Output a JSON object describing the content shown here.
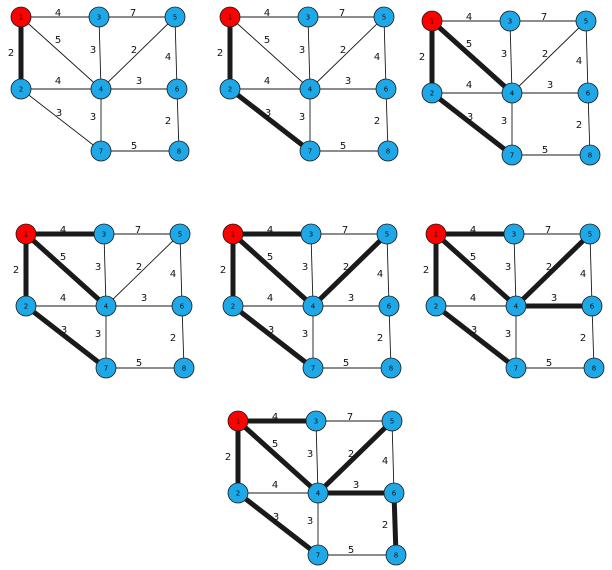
{
  "colors": {
    "background": "#ffffff",
    "node_fill": "#1fa8e8",
    "start_node_fill": "#ff0000",
    "node_stroke": "#1a1a1a",
    "edge": "#1a1a1a"
  },
  "graph": {
    "start_node": "1",
    "nodes": [
      {
        "id": "1",
        "label": "1"
      },
      {
        "id": "3",
        "label": "3"
      },
      {
        "id": "5",
        "label": "5"
      },
      {
        "id": "2",
        "label": "2"
      },
      {
        "id": "4",
        "label": "4"
      },
      {
        "id": "6",
        "label": "6"
      },
      {
        "id": "7",
        "label": "7"
      },
      {
        "id": "8",
        "label": "8"
      }
    ],
    "edges": [
      {
        "from": "1",
        "to": "3",
        "weight": "4"
      },
      {
        "from": "3",
        "to": "5",
        "weight": "7"
      },
      {
        "from": "1",
        "to": "2",
        "weight": "2"
      },
      {
        "from": "1",
        "to": "4",
        "weight": "5"
      },
      {
        "from": "3",
        "to": "4",
        "weight": "3"
      },
      {
        "from": "5",
        "to": "4",
        "weight": "2"
      },
      {
        "from": "5",
        "to": "6",
        "weight": "4"
      },
      {
        "from": "2",
        "to": "4",
        "weight": "4"
      },
      {
        "from": "4",
        "to": "6",
        "weight": "3"
      },
      {
        "from": "2",
        "to": "7",
        "weight": "3"
      },
      {
        "from": "4",
        "to": "7",
        "weight": "3"
      },
      {
        "from": "6",
        "to": "8",
        "weight": "2"
      },
      {
        "from": "7",
        "to": "8",
        "weight": "5"
      }
    ]
  },
  "steps": [
    {
      "highlighted": [
        2
      ]
    },
    {
      "highlighted": [
        2,
        9
      ]
    },
    {
      "highlighted": [
        2,
        9,
        3
      ]
    },
    {
      "highlighted": [
        2,
        9,
        3,
        0
      ]
    },
    {
      "highlighted": [
        2,
        9,
        3,
        0,
        5
      ]
    },
    {
      "highlighted": [
        2,
        9,
        3,
        0,
        5,
        8
      ]
    },
    {
      "highlighted": [
        2,
        9,
        3,
        0,
        5,
        8,
        11
      ]
    }
  ]
}
